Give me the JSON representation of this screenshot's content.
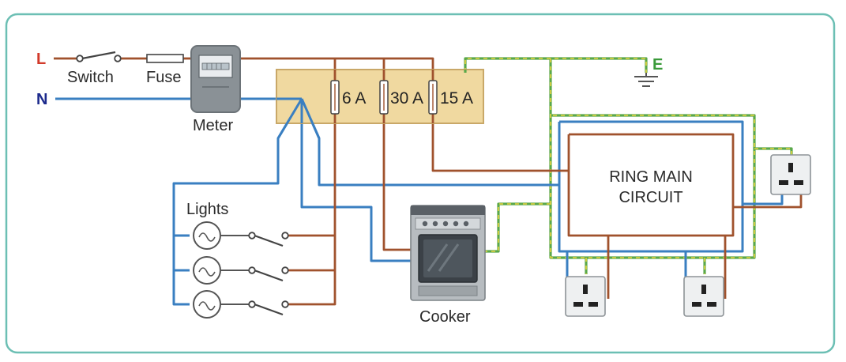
{
  "colors": {
    "live": "#a0522d",
    "neutral": "#3a7fc1",
    "earth_green": "#5aa84a",
    "earth_yellow": "#e6d23c",
    "earth_letter": "#3a9a3a",
    "live_letter": "#d23a2a",
    "neutral_letter": "#1c2a8c",
    "frame": "#6cbfb4",
    "consumer_unit_fill": "#f0d9a0",
    "consumer_unit_stroke": "#c9a868"
  },
  "labels": {
    "live": "L",
    "neutral": "N",
    "earth": "E",
    "switch": "Switch",
    "fuse": "Fuse",
    "meter": "Meter",
    "lights": "Lights",
    "cooker": "Cooker",
    "ring_line1": "RING MAIN",
    "ring_line2": "CIRCUIT"
  },
  "fuses": [
    {
      "rating": "6 A"
    },
    {
      "rating": "30 A"
    },
    {
      "rating": "15 A"
    }
  ],
  "icons": [
    "meter-icon",
    "earth-symbol-icon",
    "bulb-icon",
    "switch-icon",
    "cooker-icon",
    "socket-icon"
  ]
}
